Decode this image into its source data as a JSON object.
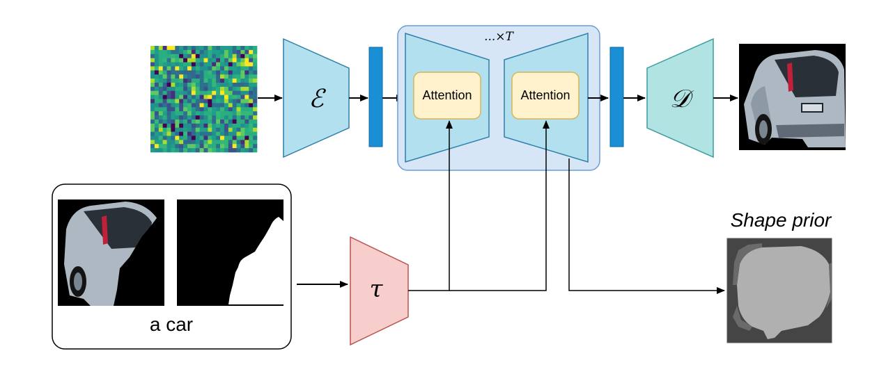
{
  "diagram": {
    "repeat_label": "...×T",
    "encoder_symbol": "ℰ",
    "decoder_symbol": "𝒟",
    "text_encoder_symbol": "τ",
    "attention_left_label": "Attention",
    "attention_right_label": "Attention",
    "prompt_caption": "a car",
    "shape_prior_label": "Shape prior"
  },
  "colors": {
    "encoder_fill": "#b3e0ee",
    "encoder_stroke": "#2d7fa8",
    "latent_bar": "#1b8fd6",
    "unet_bg": "#d6e6f7",
    "unet_stroke": "#6e9bcf",
    "attention_fill": "#fff2cc",
    "attention_stroke": "#d6b656",
    "decoder_fill": "#b2e3e3",
    "decoder_stroke": "#3a9b9b",
    "tau_fill": "#f8cecc",
    "tau_stroke": "#b85450"
  }
}
